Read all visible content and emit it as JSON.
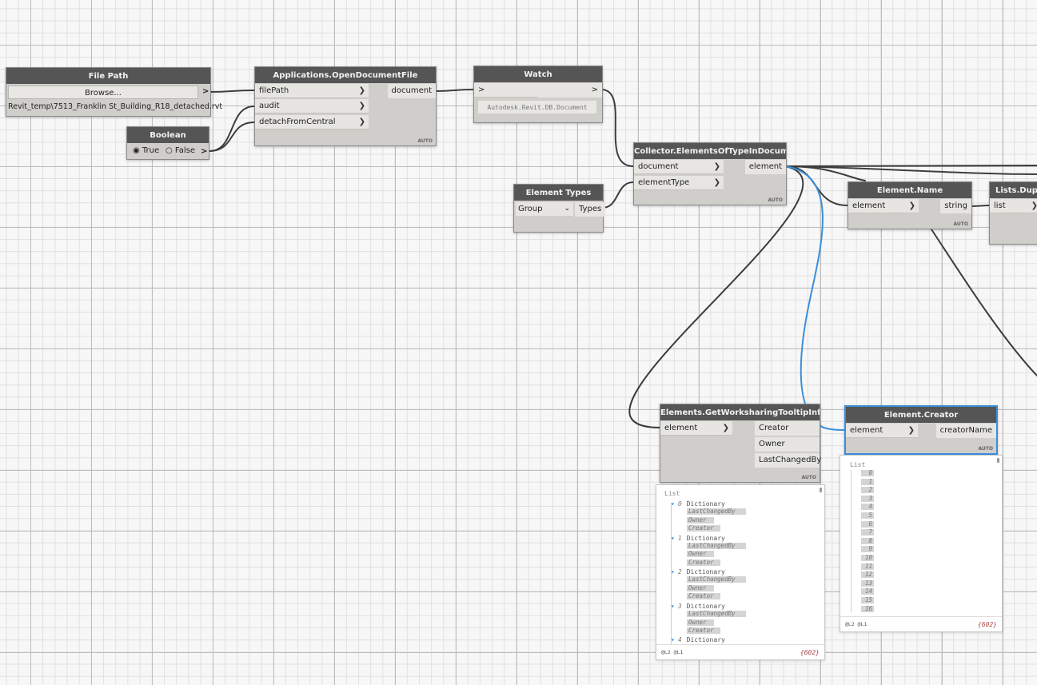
{
  "nodes": {
    "file_path": {
      "title": "File Path",
      "browse_label": "Browse...",
      "path_value": "Revit_temp\\7513_Franklin St_Building_R18_detached.rvt",
      "out_arrow": ">"
    },
    "boolean": {
      "title": "Boolean",
      "true_label": "True",
      "false_label": "False",
      "out_arrow": ">"
    },
    "open_document": {
      "title": "Applications.OpenDocumentFile",
      "inputs": [
        "filePath",
        "audit",
        "detachFromCentral"
      ],
      "output": "document",
      "lacing": "AUTO"
    },
    "watch": {
      "title": "Watch",
      "in_arrow": ">",
      "out_arrow": ">",
      "value": "Autodesk.Revit.DB.Document"
    },
    "element_types": {
      "title": "Element Types",
      "selected": "Group",
      "output": "Types"
    },
    "collector": {
      "title": "Collector.ElementsOfTypeInDocument",
      "inputs": [
        "document",
        "elementType"
      ],
      "output": "element",
      "lacing": "AUTO"
    },
    "element_name": {
      "title": "Element.Name",
      "input": "element",
      "output": "string",
      "lacing": "AUTO"
    },
    "lists_duplicates": {
      "title": "Lists.Duplic",
      "input": "list"
    },
    "worksharing": {
      "title": "Elements.GetWorksharingTooltipInfo",
      "input": "element",
      "outputs": [
        "Creator",
        "Owner",
        "LastChangedBy"
      ],
      "lacing": "AUTO"
    },
    "creator": {
      "title": "Element.Creator",
      "input": "element",
      "output": "creatorName",
      "lacing": "AUTO"
    }
  },
  "previews": {
    "worksharing": {
      "label": "List",
      "items": [
        {
          "index": "0",
          "type": "Dictionary",
          "keys": [
            "LastChangedBy",
            "Owner",
            "Creator"
          ]
        },
        {
          "index": "1",
          "type": "Dictionary",
          "keys": [
            "LastChangedBy",
            "Owner",
            "Creator"
          ]
        },
        {
          "index": "2",
          "type": "Dictionary",
          "keys": [
            "LastChangedBy",
            "Owner",
            "Creator"
          ]
        },
        {
          "index": "3",
          "type": "Dictionary",
          "keys": [
            "LastChangedBy",
            "Owner",
            "Creator"
          ]
        },
        {
          "index": "4",
          "type": "Dictionary",
          "keys": []
        }
      ],
      "levels": "@L2 @L1",
      "count": "{602}"
    },
    "creator": {
      "label": "List",
      "indices": [
        "0",
        "1",
        "2",
        "3",
        "4",
        "5",
        "6",
        "7",
        "8",
        "9",
        "10",
        "11",
        "12",
        "13",
        "14",
        "15",
        "16"
      ],
      "levels": "@L2 @L1",
      "count": "{602}"
    }
  },
  "colors": {
    "wire": "#3d3d3d",
    "wire_selected": "#3a8edb",
    "node_header": "#555555",
    "node_body": "#d0ceca"
  }
}
